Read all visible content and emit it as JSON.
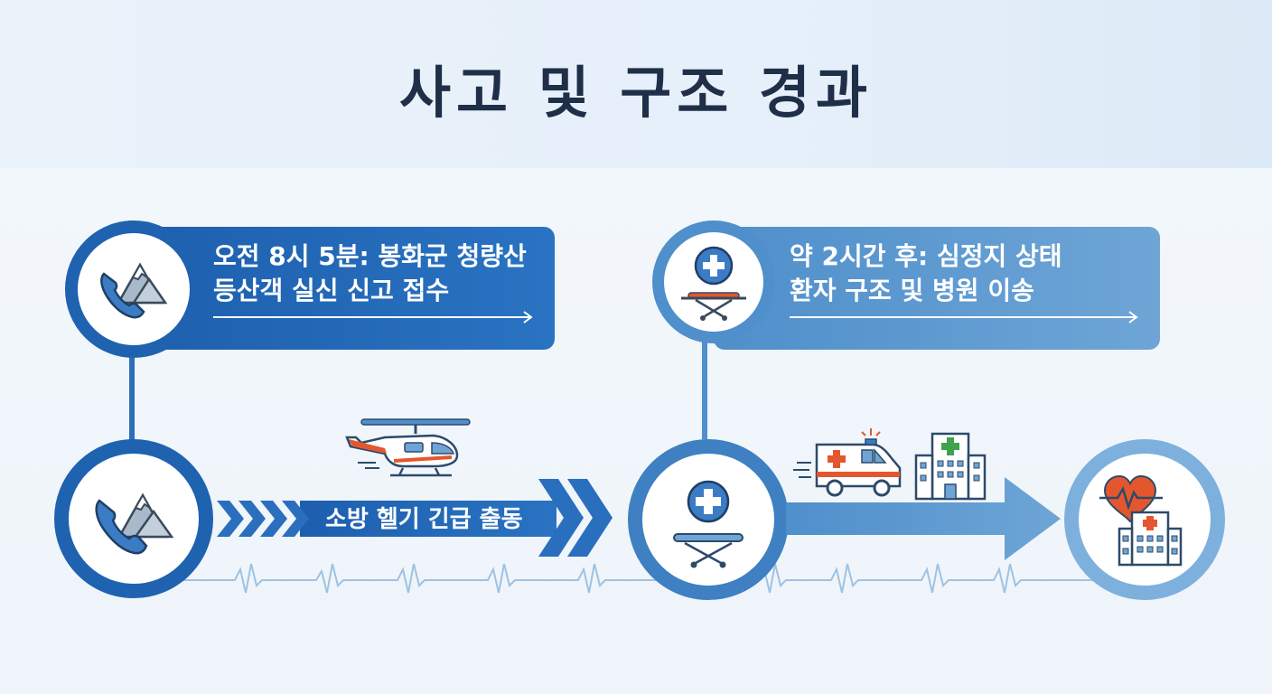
{
  "title": "사고 및 구조 경과",
  "timeline": {
    "step1": {
      "line1": "오전 8시 5분: 봉화군 청량산",
      "line2": "등산객 실신 신고 접수",
      "icons": [
        "phone-icon",
        "mountain-icon"
      ]
    },
    "step2": {
      "line1": "약 2시간 후: 심정지 상태",
      "line2": "환자 구조 및 병원 이송",
      "icons": [
        "medical-cross-icon",
        "stretcher-icon"
      ]
    },
    "dispatch_label": "소방 헬기 긴급 출동",
    "transport_icons": [
      "helicopter-icon",
      "ambulance-icon",
      "hospital-icon",
      "heart-pulse-icon"
    ]
  },
  "colors": {
    "primary": "#1f62b0",
    "secondary": "#4f8fcb",
    "light": "#7eb0dd",
    "accent": "#e4572e",
    "title": "#1f2f48"
  }
}
